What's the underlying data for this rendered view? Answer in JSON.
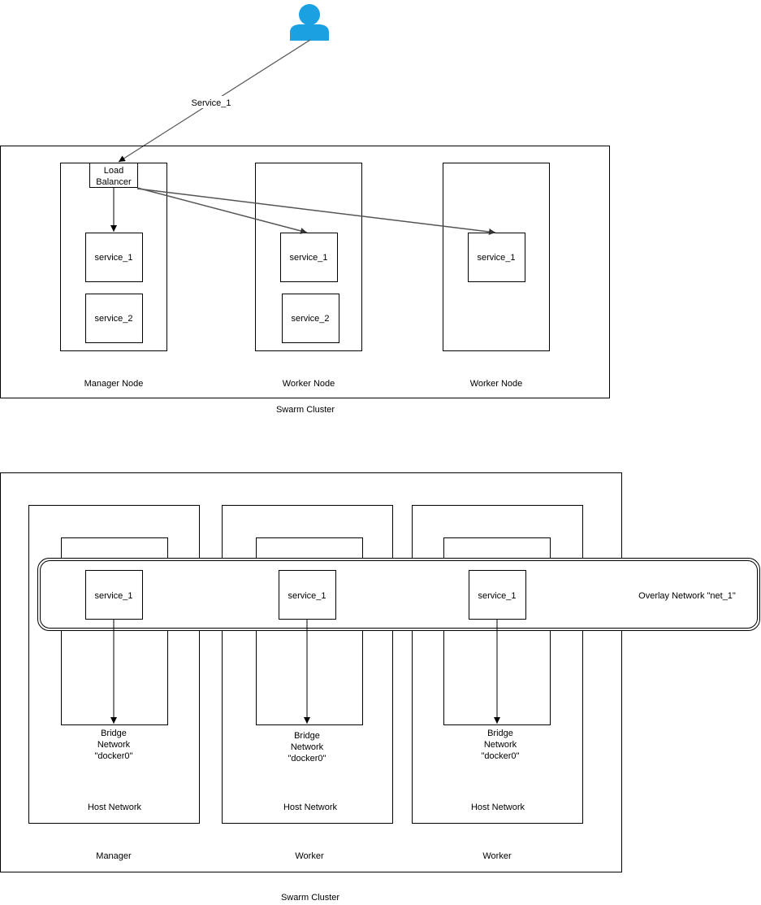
{
  "diagram1": {
    "edge_label": "Service_1",
    "load_balancer": [
      "Load",
      "Balancer"
    ],
    "manager_node": {
      "label": "Manager Node",
      "services": [
        "service_1",
        "service_2"
      ]
    },
    "worker_node_1": {
      "label": "Worker Node",
      "services": [
        "service_1",
        "service_2"
      ]
    },
    "worker_node_2": {
      "label": "Worker Node",
      "services": [
        "service_1"
      ]
    },
    "cluster_label": "Swarm Cluster"
  },
  "diagram2": {
    "overlay_label": "Overlay Network \"net_1\"",
    "hosts": [
      {
        "name": "Manager",
        "service": "service_1",
        "bridge": [
          "Bridge",
          "Network",
          "\"docker0\""
        ],
        "host_network": "Host Network"
      },
      {
        "name": "Worker",
        "service": "service_1",
        "bridge": [
          "Bridge",
          "Network",
          "\"docker0\""
        ],
        "host_network": "Host Network"
      },
      {
        "name": "Worker",
        "service": "service_1",
        "bridge": [
          "Bridge",
          "Network",
          "\"docker0\""
        ],
        "host_network": "Host Network"
      }
    ],
    "cluster_label": "Swarm Cluster"
  },
  "colors": {
    "user_icon": "#1ba1e2",
    "line": "#000000",
    "edge": "#555555"
  }
}
